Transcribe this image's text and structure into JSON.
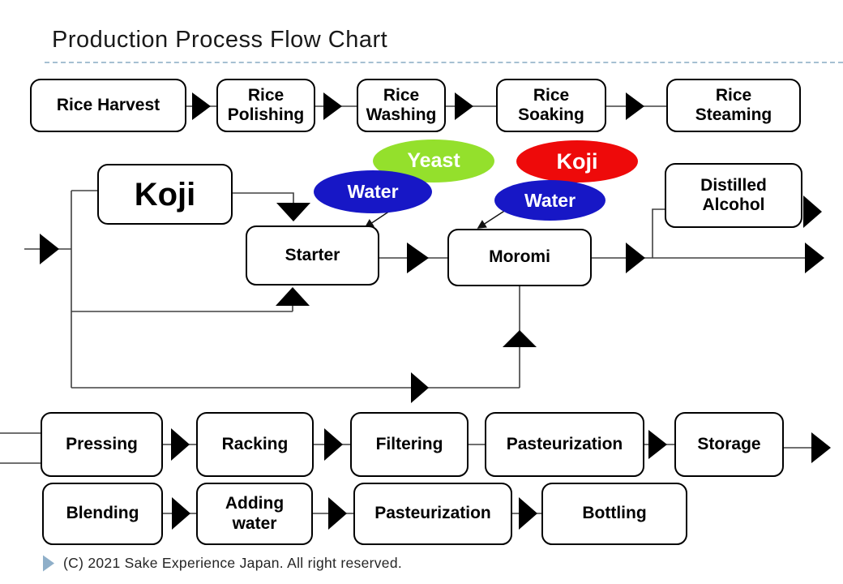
{
  "title": "Production Process Flow Chart",
  "nodes": {
    "rice_harvest": "Rice Harvest",
    "rice_polishing": "Rice\nPolishing",
    "rice_washing": "Rice\nWashing",
    "rice_soaking": "Rice\nSoaking",
    "rice_steaming": "Rice\nSteaming",
    "koji": "Koji",
    "starter": "Starter",
    "moromi": "Moromi",
    "distilled_alcohol": "Distilled\nAlcohol",
    "pressing": "Pressing",
    "racking": "Racking",
    "filtering": "Filtering",
    "pasteurization_1": "Pasteurization",
    "storage": "Storage",
    "blending": "Blending",
    "adding_water": "Adding\nwater",
    "pasteurization_2": "Pasteurization",
    "bottling": "Bottling"
  },
  "ellipses": {
    "water_1": "Water",
    "yeast": "Yeast",
    "koji": "Koji",
    "water_2": "Water"
  },
  "colors": {
    "water": "#1717c6",
    "yeast": "#94e02c",
    "koji_red": "#ee0a0a",
    "bullet": "#8fafc9"
  },
  "footer": {
    "copyright": "(C) 2021 Sake Experience Japan. All right reserved."
  }
}
